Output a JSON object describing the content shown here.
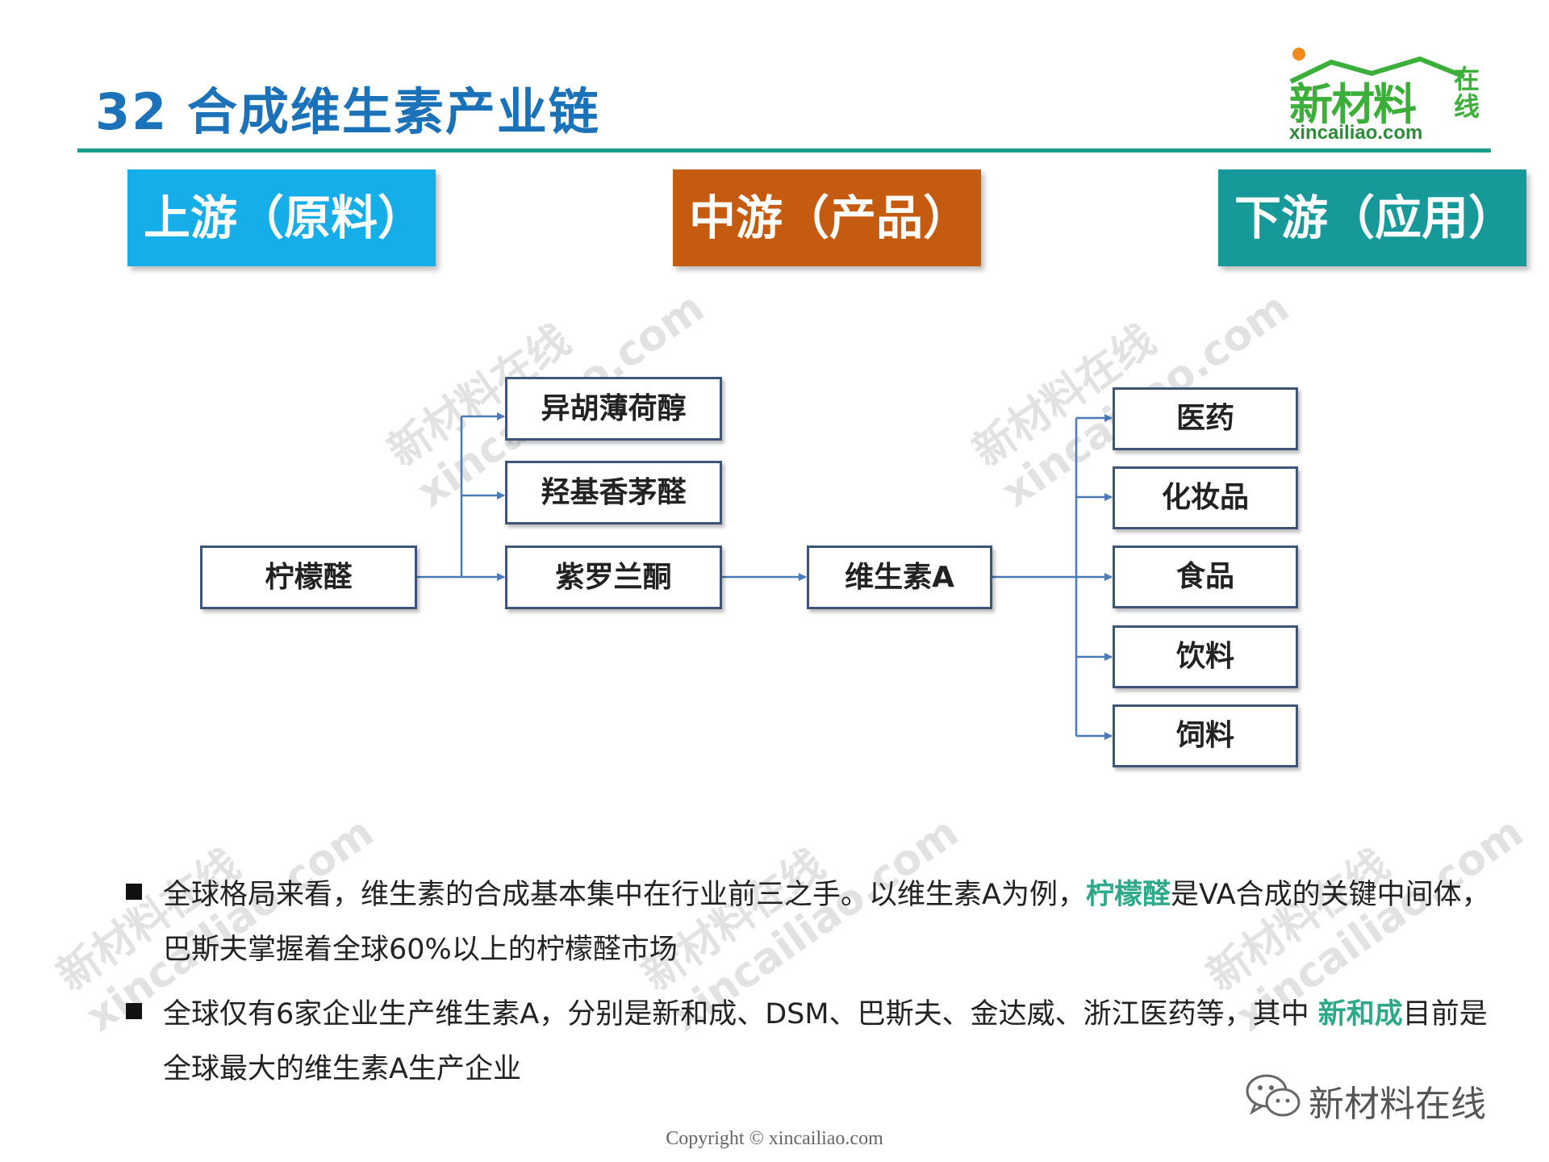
{
  "title": "32 合成维生素产业链",
  "logo": {
    "main": "新材料",
    "side": "在线",
    "url": "xincailiao.com"
  },
  "headers": {
    "upstream": "上游（原料）",
    "midstream": "中游（产品）",
    "downstream": "下游（应用）"
  },
  "diagram": {
    "source": "柠檬醛",
    "intermediates": [
      "异胡薄荷醇",
      "羟基香茅醛",
      "紫罗兰酮"
    ],
    "product": "维生素A",
    "applications": [
      "医药",
      "化妆品",
      "食品",
      "饮料",
      "饲料"
    ]
  },
  "watermark": {
    "cn": "新材料在线",
    "en": "xincailiao.com"
  },
  "bullets": [
    {
      "before": "全球格局来看，维生素的合成基本集中在行业前三之手。以维生素A为例，",
      "highlight": "柠檬醛",
      "after": "是VA合成的关键中间体，巴斯夫掌握着全球60%以上的柠檬醛市场"
    },
    {
      "before": "全球仅有6家企业生产维生素A，分别是新和成、DSM、巴斯夫、金达威、浙江医药等，其中 ",
      "highlight": "新和成",
      "after": "目前是全球最大的维生素A生产企业"
    }
  ],
  "wechat_label": "新材料在线",
  "copyright": "Copyright © xincailiao.com",
  "colors": {
    "title": "#1b72b8",
    "rule": "#1a9e8c",
    "upstream": "#16aee8",
    "midstream": "#c55a11",
    "downstream": "#17999a",
    "node_border": "#3e5479",
    "arrow": "#4a7ab8",
    "highlight": "#2ea88a"
  }
}
